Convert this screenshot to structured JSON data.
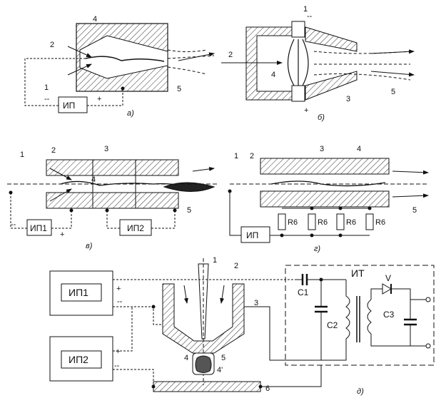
{
  "figures": {
    "a": {
      "caption": "а)",
      "power_supply": "ИП",
      "labels": [
        "1",
        "2",
        "4",
        "5"
      ],
      "sign_minus": "--",
      "sign_plus": "+"
    },
    "b": {
      "caption": "б)",
      "labels": [
        "1",
        "2",
        "3",
        "4",
        "5"
      ],
      "sign_minus": "--",
      "sign_plus": "+"
    },
    "v": {
      "caption": "в)",
      "power_supply_1": "ИП1",
      "power_supply_2": "ИП2",
      "labels": [
        "1",
        "2",
        "3",
        "4",
        "5"
      ],
      "sign_minus": "--",
      "sign_plus": "+"
    },
    "g": {
      "caption": "г)",
      "power_supply": "ИП",
      "resistors": [
        "R6",
        "R6",
        "R6",
        "R6"
      ],
      "labels": [
        "1",
        "2",
        "3",
        "4",
        "5"
      ]
    },
    "d": {
      "caption": "д)",
      "power_supply_1": "ИП1",
      "power_supply_2": "ИП2",
      "source_block": "ИТ",
      "components": [
        "C1",
        "C2",
        "C3",
        "V"
      ],
      "labels": [
        "1",
        "2",
        "3",
        "4",
        "4'",
        "5",
        "6"
      ],
      "sign_minus": "--",
      "sign_plus": "+"
    }
  },
  "colors": {
    "ink": "#111111",
    "hatch": "#555555",
    "fill_light": "#dddddd"
  }
}
